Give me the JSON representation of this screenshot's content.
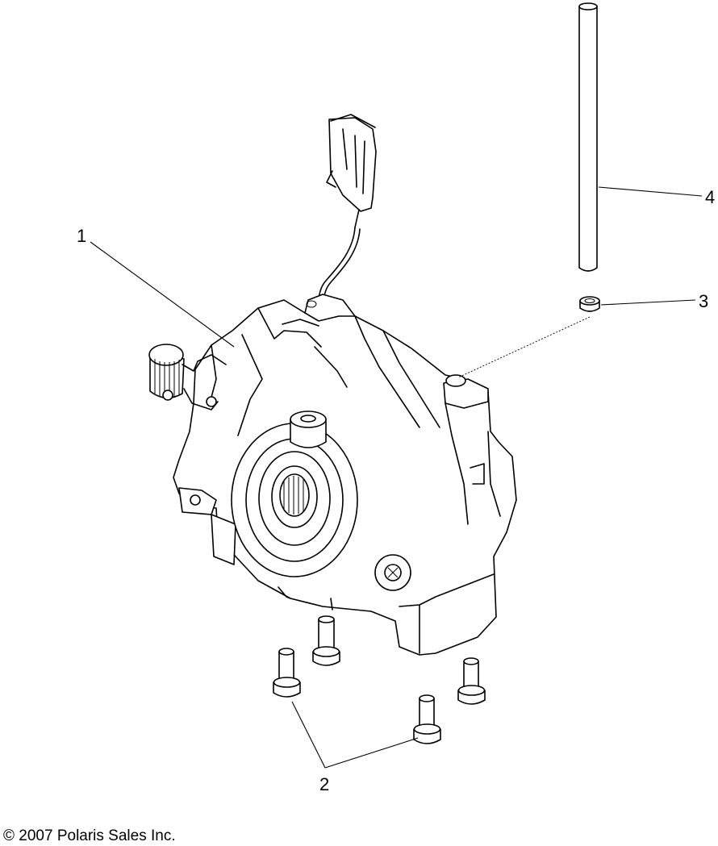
{
  "callouts": [
    {
      "id": "1",
      "label": "1"
    },
    {
      "id": "2",
      "label": "2"
    },
    {
      "id": "3",
      "label": "3"
    },
    {
      "id": "4",
      "label": "4"
    }
  ],
  "footer": {
    "copyright": "© 2007 Polaris Sales Inc."
  }
}
